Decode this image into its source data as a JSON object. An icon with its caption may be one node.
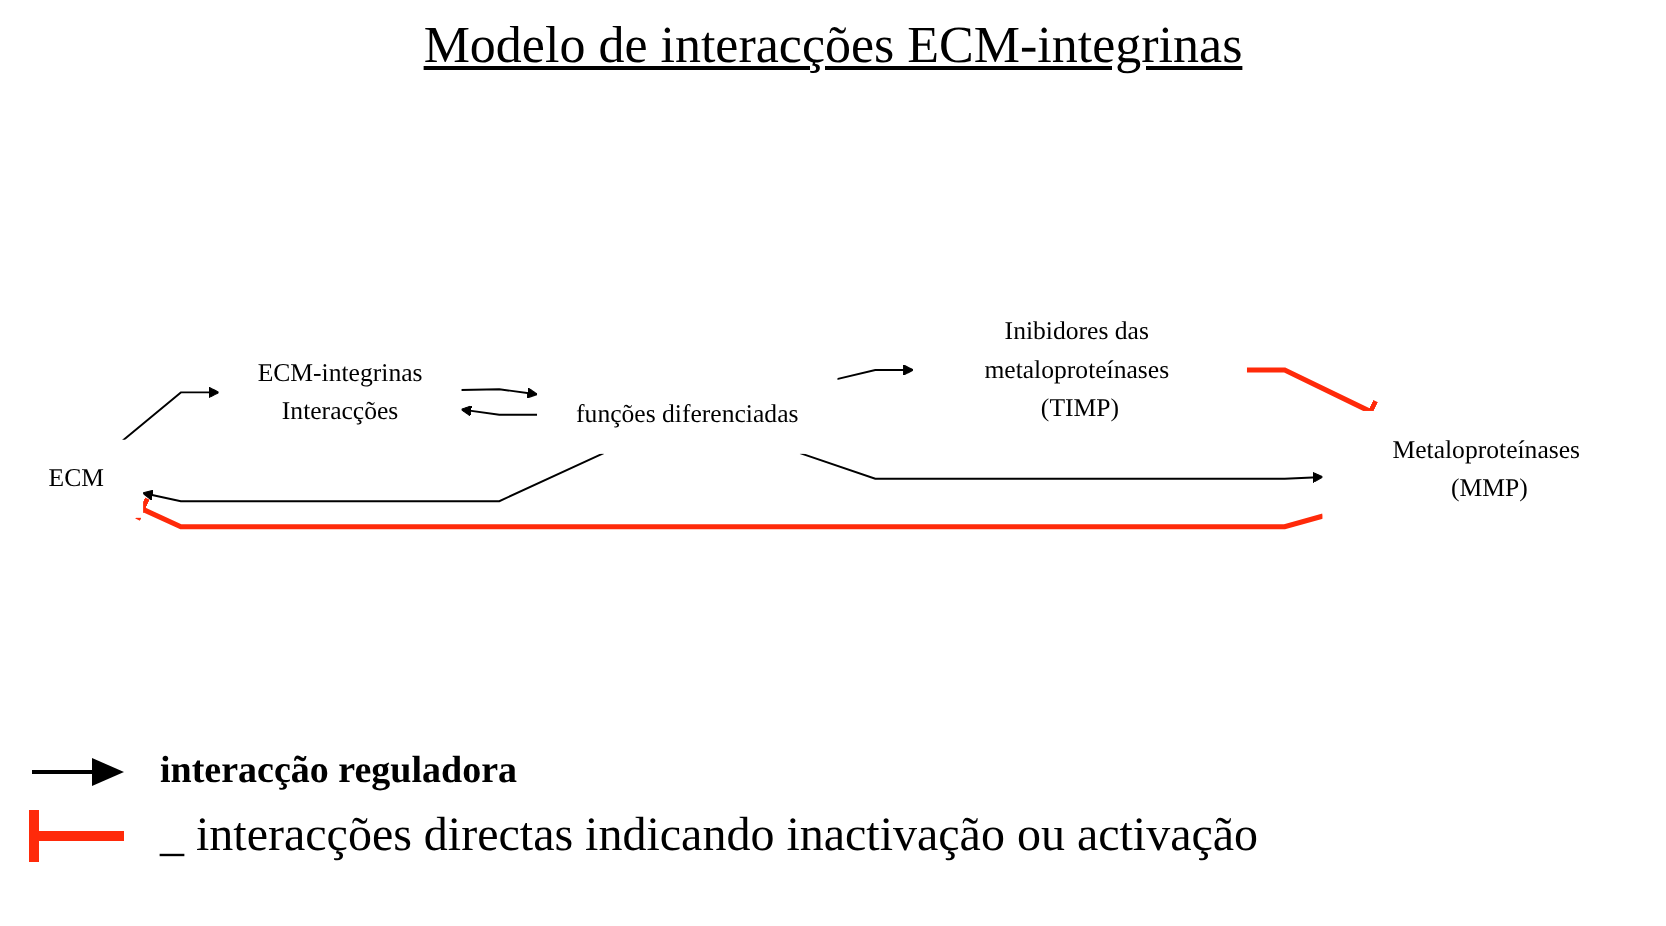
{
  "diagram": {
    "title": "Modelo de interacções ECM-integrinas",
    "nodes": [
      {
        "text": [
          "ECM"
        ]
      },
      {
        "text": [
          "ECM-integrinas",
          "Interacções"
        ]
      },
      {
        "text": [
          "funções diferenciadas"
        ]
      },
      {
        "text": [
          "Inibidores das metaloproteínases (TIMP)"
        ]
      },
      {
        "text": [
          "Metaloproteínases (MMP)"
        ]
      }
    ],
    "edges": [
      {
        "from": 0,
        "to": 1,
        "arrow": "to"
      },
      {
        "from": 1,
        "to": 2,
        "arrow": "to"
      },
      {
        "from": 2,
        "to": 0,
        "arrow": "to"
      },
      {
        "from": 2,
        "to": 1,
        "arrow": "to"
      },
      {
        "from": 2,
        "to": 3,
        "arrow": "to"
      },
      {
        "from": 2,
        "to": 4,
        "arrow": "to"
      },
      {
        "from": 4,
        "to": 0,
        "arrow": "other",
        "style": "thick",
        "color": "#ff2a0a"
      },
      {
        "from": 3,
        "to": 4,
        "arrow": "other",
        "style": "thick",
        "color": "#ff2a0a"
      }
    ],
    "legend": [
      {
        "text": "interacção reguladora"
      },
      {
        "text": "_ interacções directas indicando inactivação ou activação"
      }
    ]
  }
}
